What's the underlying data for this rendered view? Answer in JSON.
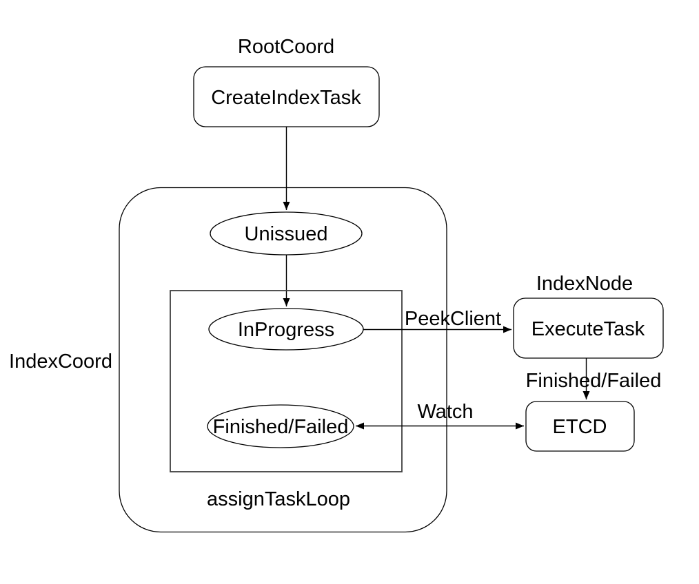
{
  "page": {
    "background": "#ffffff"
  },
  "diagram": {
    "type": "flowchart",
    "labels": {
      "root_coord": "RootCoord",
      "index_coord": "IndexCoord",
      "index_node": "IndexNode",
      "assign_task_loop": "assignTaskLoop"
    },
    "nodes": {
      "create_index_task": "CreateIndexTask",
      "unissued": "Unissued",
      "in_progress": "InProgress",
      "finished_failed": "Finished/Failed",
      "execute_task": "ExecuteTask",
      "etcd": "ETCD"
    },
    "edges": {
      "peek_client": "PeekClient",
      "watch": "Watch",
      "finished_failed": "Finished/Failed"
    },
    "colors": {
      "stroke": "#000000",
      "loop_box_stroke": "#3f3f3f",
      "text": "#000000",
      "node_fill": "#ffffff",
      "background": "#ffffff"
    }
  }
}
